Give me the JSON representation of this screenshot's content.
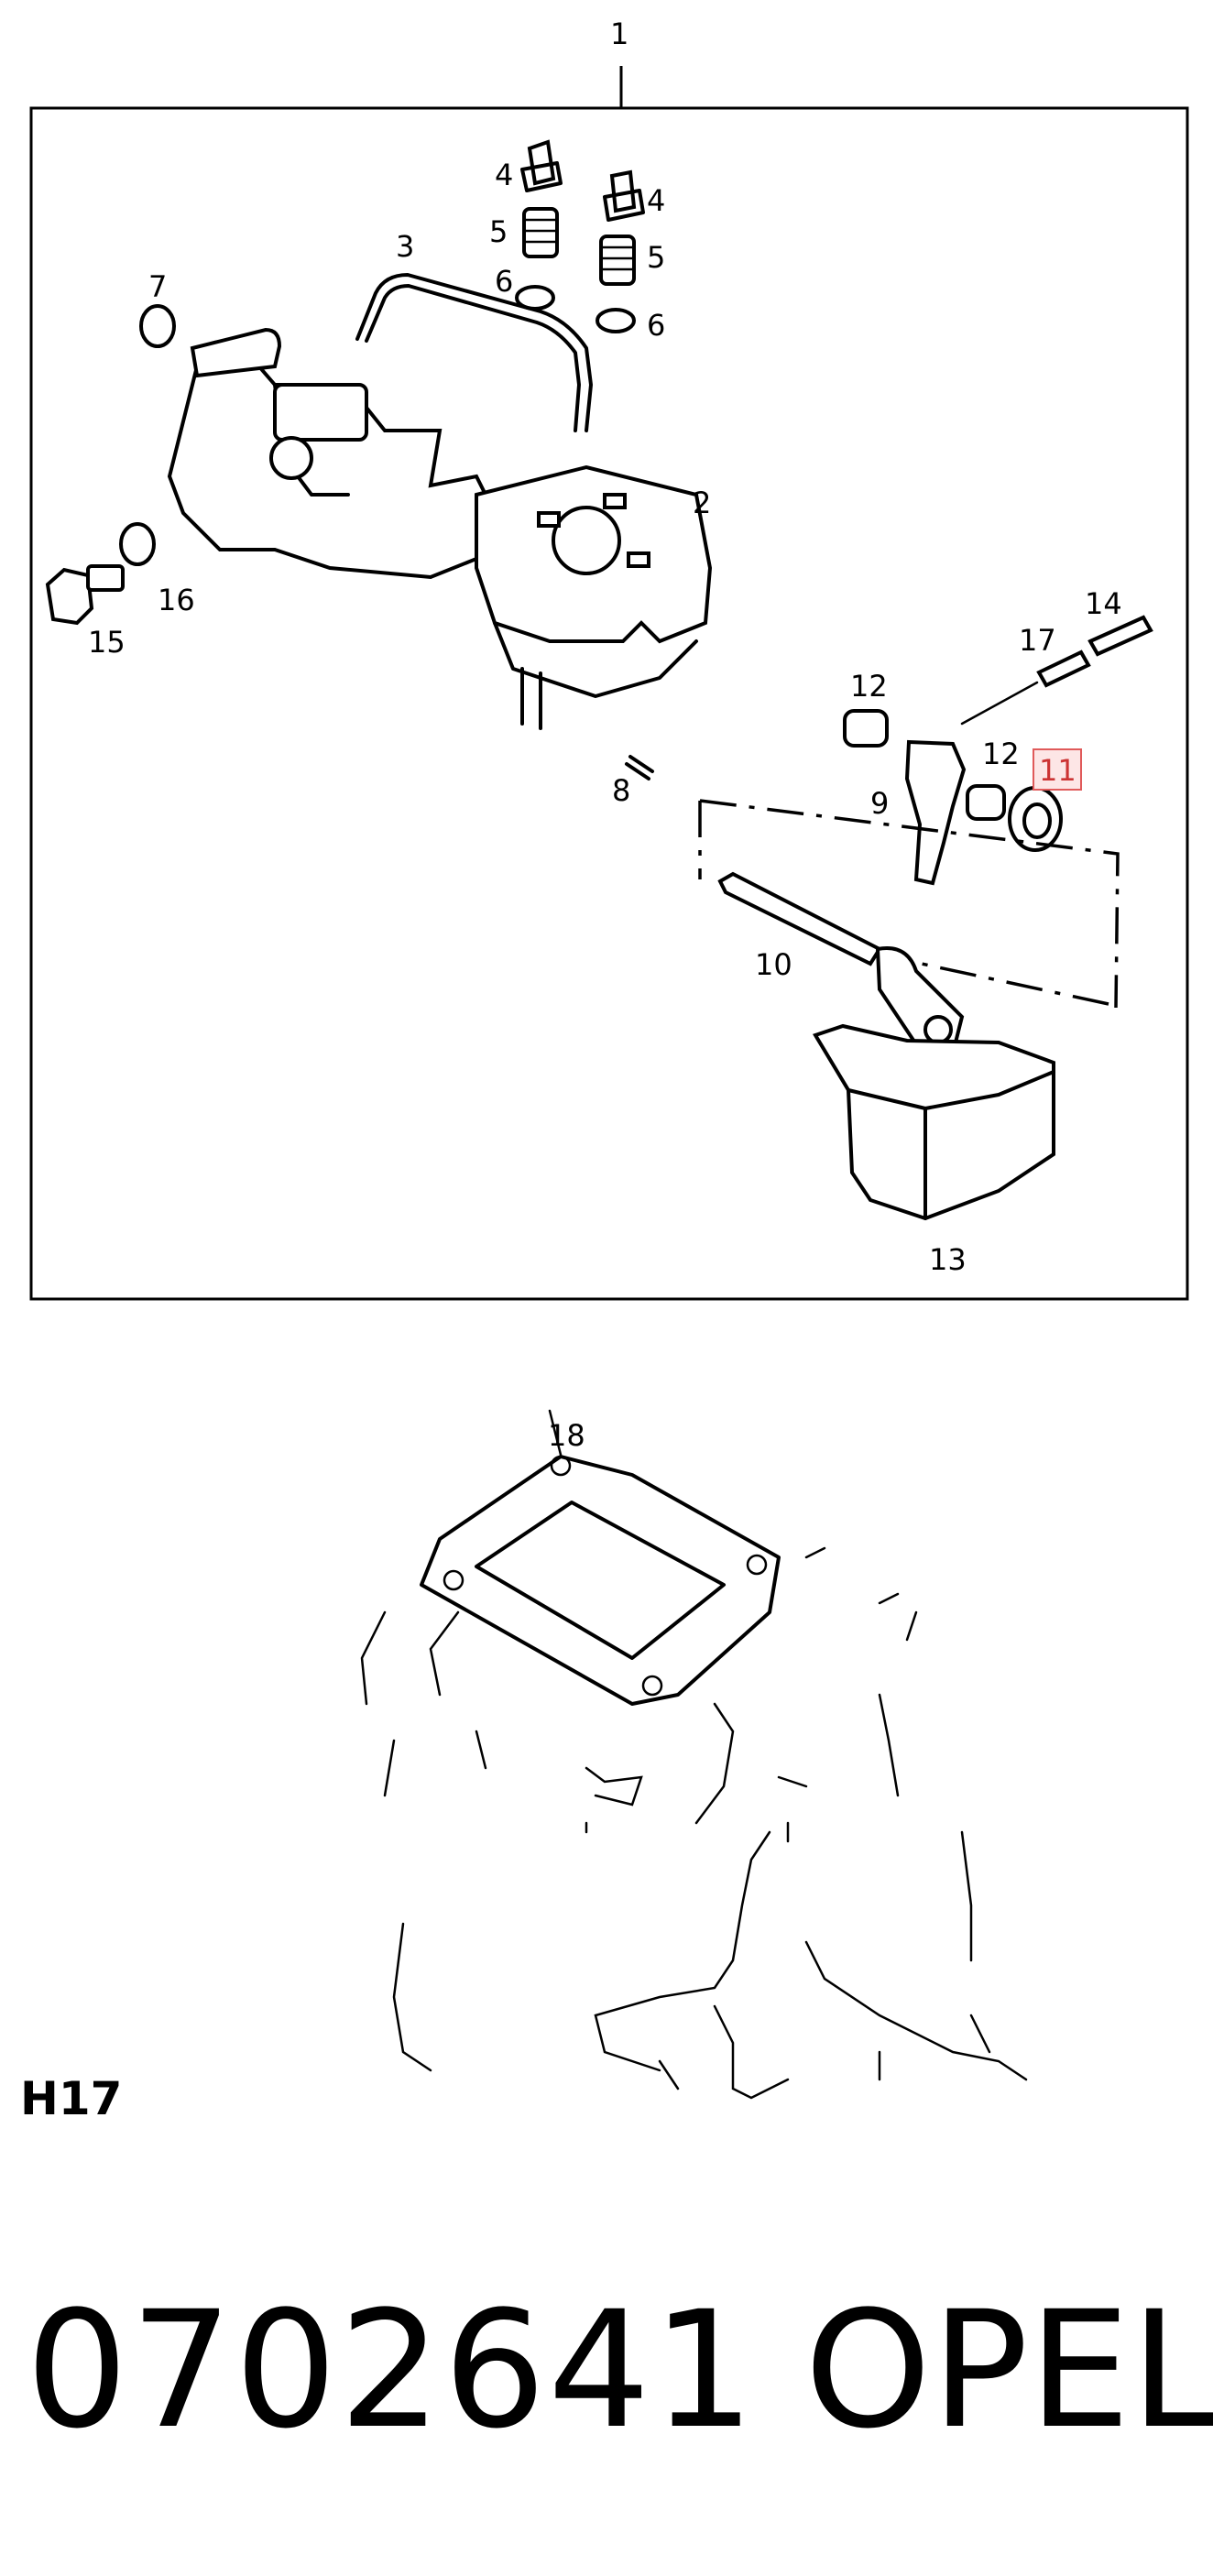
{
  "assembly_callout": "1",
  "callouts": {
    "c2": "2",
    "c3": "3",
    "c4a": "4",
    "c4b": "4",
    "c5a": "5",
    "c5b": "5",
    "c6a": "6",
    "c6b": "6",
    "c7": "7",
    "c8": "8",
    "c9": "9",
    "c10": "10",
    "c11": "11",
    "c12a": "12",
    "c12b": "12",
    "c13": "13",
    "c14": "14",
    "c15": "15",
    "c16": "16",
    "c17": "17",
    "c18": "18"
  },
  "highlighted_callout": "11",
  "highlight_color": "#e05a5a",
  "section_code": "H17",
  "part_number": "0702641",
  "brand": "OPEL"
}
